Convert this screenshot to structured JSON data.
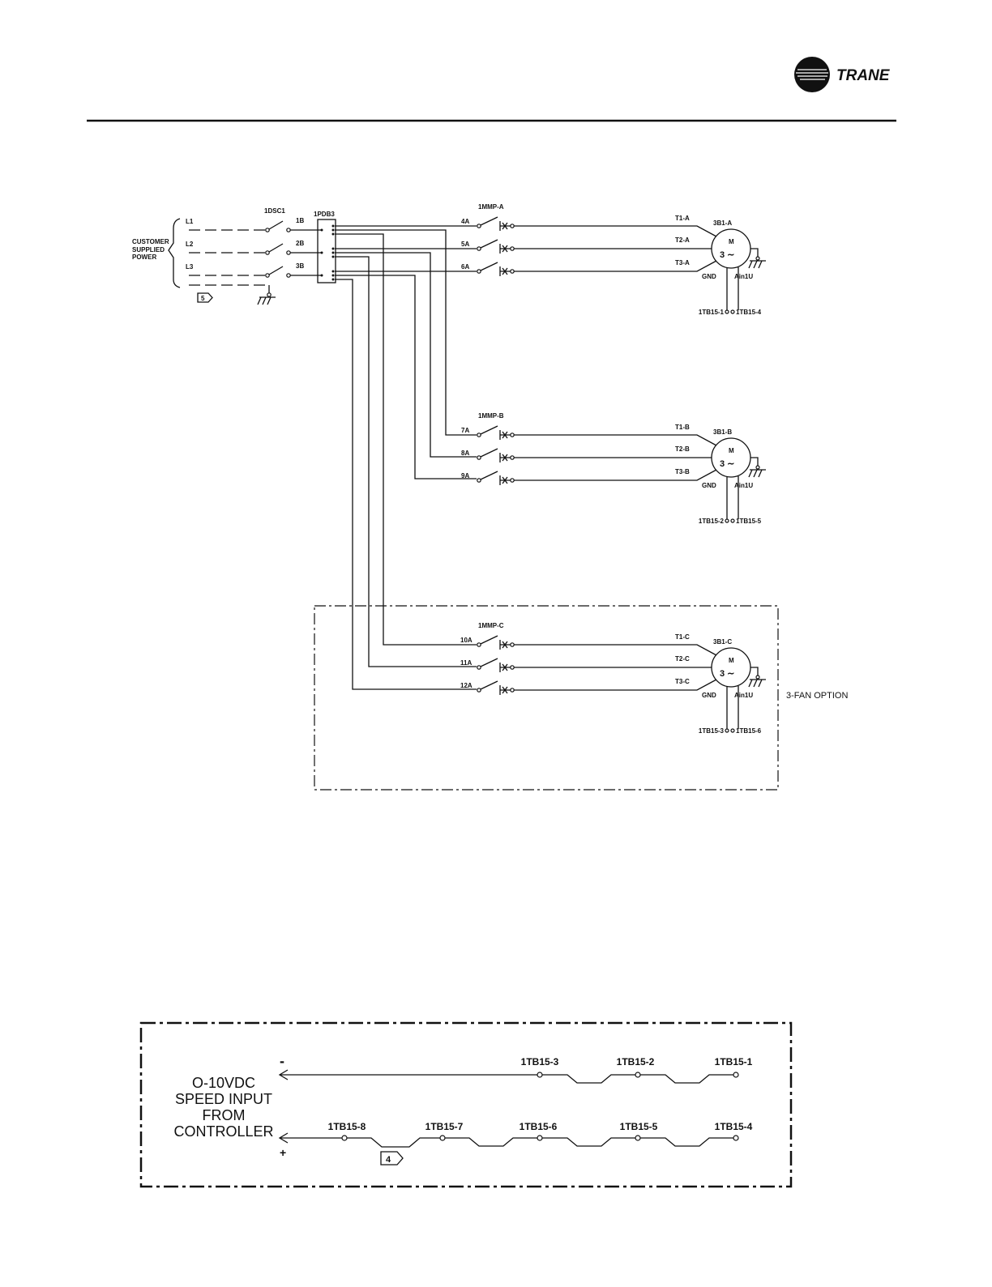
{
  "header": {
    "brand": "TRANE"
  },
  "supply": {
    "label_lines": [
      "CUSTOMER",
      "SUPPLIED",
      "POWER"
    ],
    "lines": [
      "L1",
      "L2",
      "L3"
    ],
    "disconnect": "1DSC1",
    "disconnect_terminals": [
      "1B",
      "2B",
      "3B"
    ],
    "pdb": "1PDB3",
    "note_tag": "5"
  },
  "fans": [
    {
      "mmp": "1MMP-A",
      "wires": [
        "4A",
        "5A",
        "6A"
      ],
      "t": [
        "T1-A",
        "T2-A",
        "T3-A"
      ],
      "motor": "3B1-A",
      "m": "M",
      "phase": "3 ∼",
      "gnd": "GND",
      "ain": "Ain1U",
      "tb_left": "1TB15-1",
      "tb_right": "1TB15-4"
    },
    {
      "mmp": "1MMP-B",
      "wires": [
        "7A",
        "8A",
        "9A"
      ],
      "t": [
        "T1-B",
        "T2-B",
        "T3-B"
      ],
      "motor": "3B1-B",
      "m": "M",
      "phase": "3 ∼",
      "gnd": "GND",
      "ain": "Ain1U",
      "tb_left": "1TB15-2",
      "tb_right": "1TB15-5"
    },
    {
      "mmp": "1MMP-C",
      "wires": [
        "10A",
        "11A",
        "12A"
      ],
      "t": [
        "T1-C",
        "T2-C",
        "T3-C"
      ],
      "motor": "3B1-C",
      "m": "M",
      "phase": "3 ∼",
      "gnd": "GND",
      "ain": "Ain1U",
      "tb_left": "1TB15-3",
      "tb_right": "1TB15-6"
    }
  ],
  "option_label": "3-FAN OPTION",
  "speed_input": {
    "label_lines": [
      "O-10VDC",
      "SPEED INPUT",
      "FROM",
      "CONTROLLER"
    ],
    "minus": "-",
    "plus": "+",
    "top_nodes": [
      "1TB15-3",
      "1TB15-2",
      "1TB15-1"
    ],
    "bottom_nodes": [
      "1TB15-8",
      "1TB15-7",
      "1TB15-6",
      "1TB15-5",
      "1TB15-4"
    ],
    "note_tag": "4"
  }
}
